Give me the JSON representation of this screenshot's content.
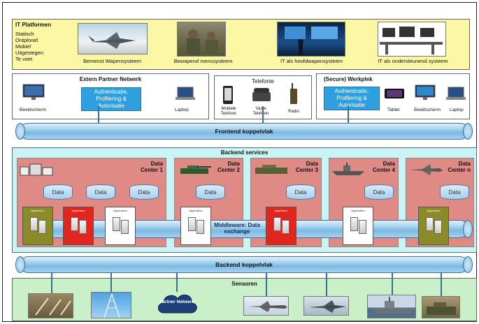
{
  "platforms": {
    "title": "IT Platformen",
    "items": [
      "Statisch",
      "Ontplooid",
      "Mobiel",
      "Uitgestegen",
      "Te voet"
    ],
    "captions": [
      "Bemenst Wapensysteem",
      "Bewapend menssysteem",
      "IT als hoofdwapensysteem",
      "IT als ondersteunend systeem"
    ]
  },
  "external": {
    "title": "Extern Partner Netwerk",
    "auth": "Authenticatie, Profilering & Autorisatie",
    "devices": [
      "Beeldscherm",
      "Laptop"
    ]
  },
  "telefonie": {
    "title": "Telefonie",
    "devices": [
      "Mobiele Telefoon",
      "Vaste Telefoon",
      "Radio"
    ]
  },
  "werkplek": {
    "title": "(Secure) Werkplek",
    "auth": "Authenticatie, Profilering & Autorisatie",
    "devices": [
      "Tablet",
      "Beeldscherm",
      "Laptop"
    ]
  },
  "frontend": {
    "label": "Frontend koppelvlak"
  },
  "backend_services": {
    "title": "Backend services",
    "datacenters": [
      {
        "name": "Data Center 1"
      },
      {
        "name": "Data Center 2"
      },
      {
        "name": "Data Center 3"
      },
      {
        "name": "Data Center 4"
      },
      {
        "name": "Data Center n"
      }
    ],
    "data_label": "Data",
    "app_label": "Application",
    "middleware": "Middleware: Data exchange"
  },
  "backend_koppelvlak": {
    "label": "Backend koppelvlak"
  },
  "sensoren": {
    "title": "Sensoren",
    "cloud": "Partner Netwerk"
  },
  "colors": {
    "yellow": "#fbf7a4",
    "cyan": "#c9f4f6",
    "green": "#c9f0c6",
    "red": "#e08a86",
    "blue": "#2f9fe0"
  }
}
